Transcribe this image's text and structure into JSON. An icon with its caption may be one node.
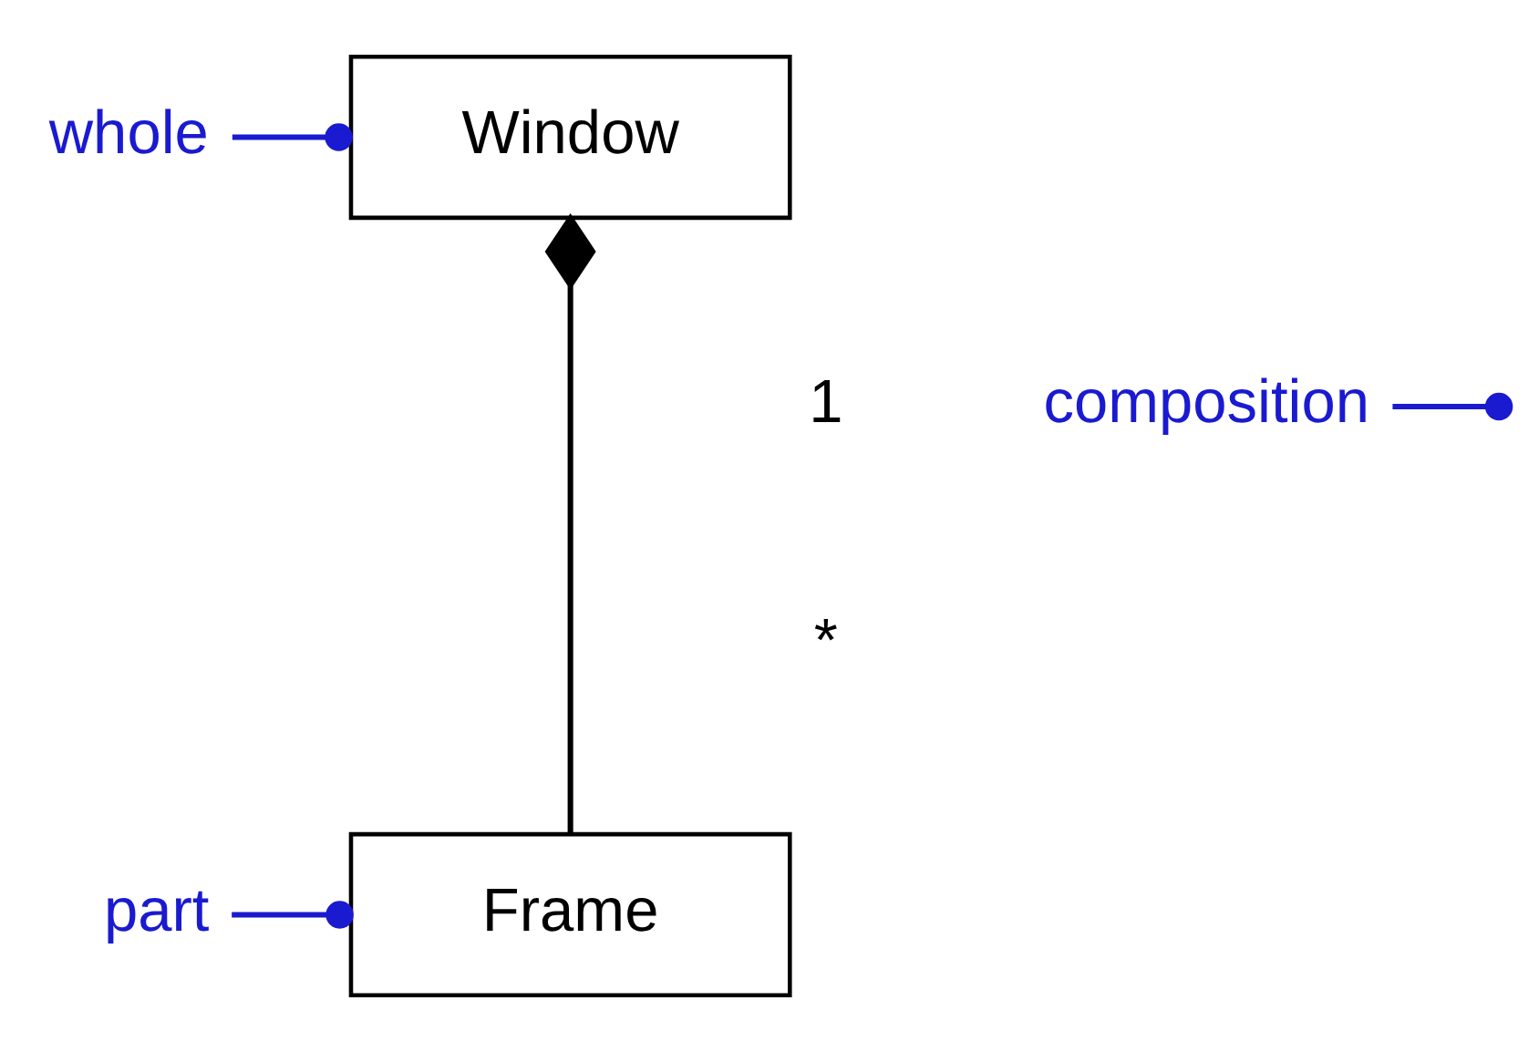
{
  "diagram": {
    "nodes": [
      {
        "text": [
          "Window"
        ]
      },
      {
        "text": [
          "Frame"
        ]
      },
      {
        "text": [
          "whole"
        ]
      },
      {
        "text": [
          "composition"
        ]
      },
      {
        "text": [
          "part"
        ]
      }
    ],
    "edges": [
      {
        "from": 0,
        "to": 1,
        "arrow": "other",
        "color": "#000000"
      },
      {
        "from": 2,
        "to": 0,
        "arrow": "other"
      },
      {
        "from": 3,
        "to": null,
        "arrow": "other"
      },
      {
        "from": 4,
        "to": 1,
        "arrow": "other"
      }
    ],
    "labels": [
      "1",
      "*"
    ]
  }
}
